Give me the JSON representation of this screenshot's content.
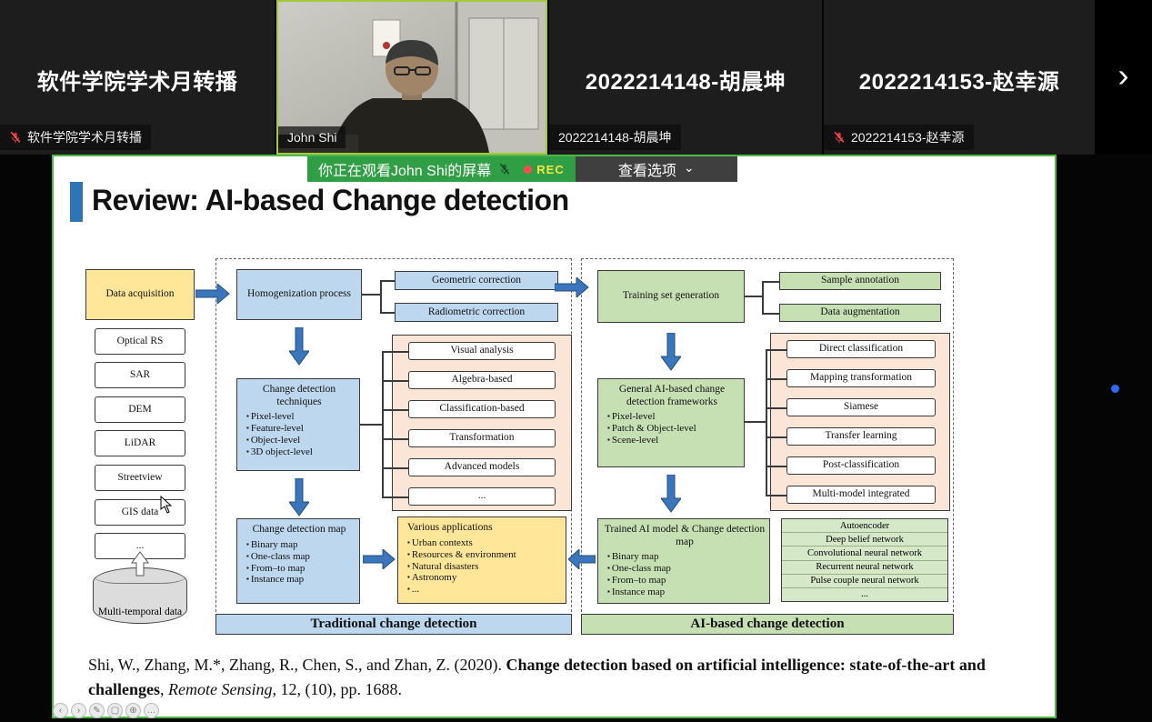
{
  "colors": {
    "accent_green": "#2f9e44",
    "slide_border": "#4db843",
    "rec_red": "#ff4d4f",
    "blue_box": "#bdd7ee",
    "green_box": "#c6e0b4",
    "yellow_box": "#ffe699",
    "orange_panel": "#fbe5d6",
    "arrow_blue": "#3b76bc"
  },
  "top_bar": {
    "tiles": [
      {
        "name": "软件学院学术月转播",
        "label": "软件学院学术月转播",
        "muted": true
      },
      {
        "name": "John Shi",
        "label": "John Shi",
        "muted": false
      },
      {
        "name": "2022214148-胡晨坤",
        "label": "2022214148-胡晨坤",
        "muted": false
      },
      {
        "name": "2022214153-赵幸源",
        "label": "2022214153-赵幸源",
        "muted": true
      }
    ],
    "next_button": "›"
  },
  "share_banner": {
    "watching_text": "你正在观看John Shi的屏幕",
    "rec_label": "REC",
    "view_options_label": "查看选项",
    "caret": "⌄"
  },
  "slide": {
    "title": "Review: AI-based Change detection",
    "acquisition": {
      "title": "Data acquisition",
      "sources": [
        "Optical RS",
        "SAR",
        "DEM",
        "LiDAR",
        "Streetview",
        "GIS data",
        "..."
      ],
      "cylinder_label": "Multi-temporal data"
    },
    "traditional": {
      "homogenization": "Homogenization process",
      "corrections": [
        "Geometric correction",
        "Radiometric correction"
      ],
      "techniques_title": "Change detection techniques",
      "techniques_items": [
        "Pixel-level",
        "Feature-level",
        "Object-level",
        "3D object-level"
      ],
      "methods": [
        "Visual analysis",
        "Algebra-based",
        "Classification-based",
        "Transformation",
        "Advanced models",
        "..."
      ],
      "map_title": "Change detection map",
      "map_items": [
        "Binary map",
        "One-class map",
        "From–to map",
        "Instance map"
      ],
      "applications_title": "Various applications",
      "applications_items": [
        "Urban contexts",
        "Resources & environment",
        "Natural disasters",
        "Astronomy",
        "..."
      ],
      "footer": "Traditional change detection"
    },
    "ai": {
      "training": "Training set generation",
      "set_ops": [
        "Sample annotation",
        "Data augmentation"
      ],
      "frameworks_title": "General AI-based change detection frameworks",
      "frameworks_items": [
        "Pixel-level",
        "Patch & Object-level",
        "Scene-level"
      ],
      "methods": [
        "Direct classification",
        "Mapping transformation",
        "Siamese",
        "Transfer learning",
        "Post-classification",
        "Multi-model integrated"
      ],
      "trained_title": "Trained AI model & Change detection map",
      "trained_items": [
        "Binary map",
        "One-class map",
        "From–to map",
        "Instance map"
      ],
      "networks": [
        "Autoencoder",
        "Deep belief network",
        "Convolutional neural network",
        "Recurrent neural network",
        "Pulse couple neural network",
        "..."
      ],
      "footer": "AI-based change detection"
    },
    "citation": {
      "authors": "Shi, W., Zhang, M.*, Zhang, R., Chen, S., and Zhan, Z. (2020). ",
      "title_bold": "Change detection based on artificial intelligence: state-of-the-art and challenges",
      "sep1": ", ",
      "journal_italic": "Remote Sensing",
      "tail": ", 12, (10), pp. 1688."
    }
  },
  "viewer_toolbar": {
    "icons": [
      {
        "name": "prev",
        "glyph": "‹"
      },
      {
        "name": "next",
        "glyph": "›"
      },
      {
        "name": "pen",
        "glyph": "✎"
      },
      {
        "name": "shape",
        "glyph": "▢"
      },
      {
        "name": "zoom",
        "glyph": "⊕"
      },
      {
        "name": "more",
        "glyph": "…"
      }
    ]
  }
}
